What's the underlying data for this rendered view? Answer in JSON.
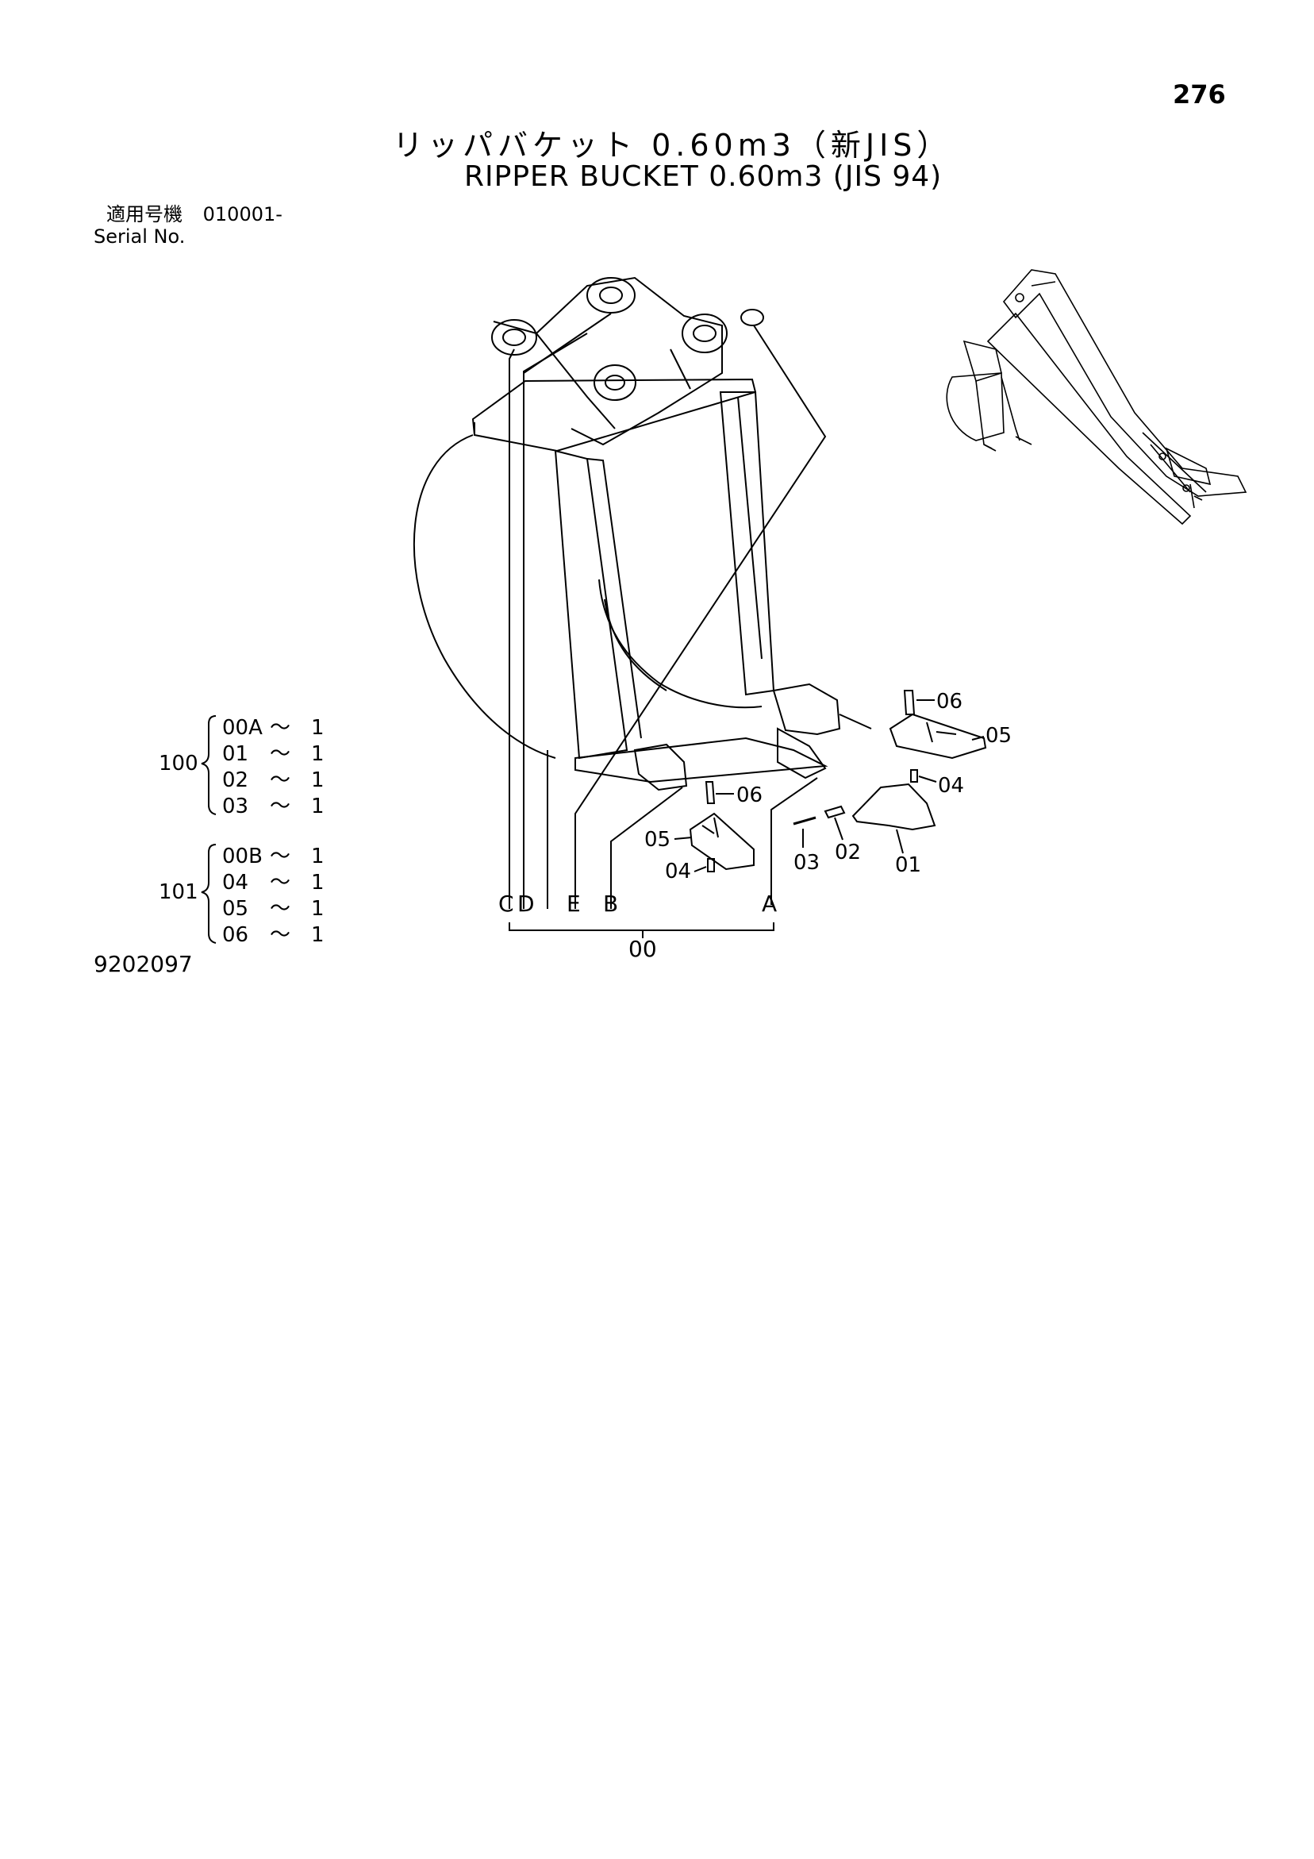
{
  "header": {
    "page_number": "276",
    "title_jp": "リッパバケット 0.60m3（新JIS）",
    "title_en": "RIPPER BUCKET 0.60m3 (JIS 94)"
  },
  "serial": {
    "label_jp": "適用号機",
    "value": "010001-",
    "label_en": "Serial No."
  },
  "assemblies": [
    {
      "id": "100",
      "items": [
        {
          "part": "00A",
          "sym": "〜",
          "qty": "1"
        },
        {
          "part": "01",
          "sym": "〜",
          "qty": "1"
        },
        {
          "part": "02",
          "sym": "〜",
          "qty": "1"
        },
        {
          "part": "03",
          "sym": "〜",
          "qty": "1"
        }
      ]
    },
    {
      "id": "101",
      "items": [
        {
          "part": "00B",
          "sym": "〜",
          "qty": "1"
        },
        {
          "part": "04",
          "sym": "〜",
          "qty": "1"
        },
        {
          "part": "05",
          "sym": "〜",
          "qty": "1"
        },
        {
          "part": "06",
          "sym": "〜",
          "qty": "1"
        }
      ]
    }
  ],
  "callouts": {
    "c": "C",
    "d": "D",
    "e": "E",
    "b": "B",
    "a": "A",
    "base": "00",
    "p06_right": "06",
    "p05_right": "05",
    "p04_right": "04",
    "p06_left": "06",
    "p05_left": "05",
    "p04_left": "04",
    "p03": "03",
    "p02": "02",
    "p01": "01"
  },
  "footer": {
    "doc_number": "9202097"
  }
}
